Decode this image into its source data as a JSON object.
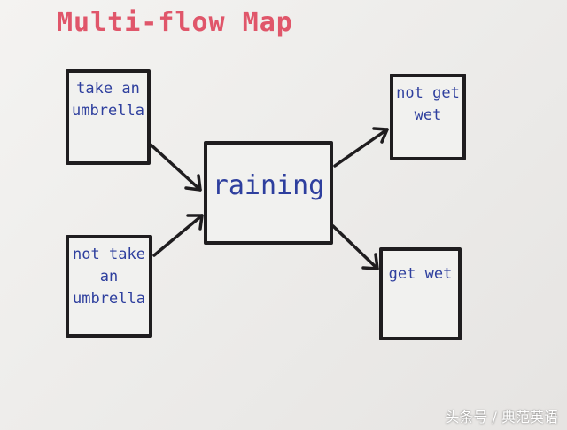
{
  "title": "Multi-flow Map",
  "boxes": {
    "take_umbrella": "take an\numbrella",
    "not_take_umbrella": "not take\nan\numbrella",
    "center": "raining",
    "not_get_wet": "not get\nwet",
    "get_wet": "get wet"
  },
  "watermark": "头条号 / 典范英语",
  "colors": {
    "title": "#e0566a",
    "box_text": "#2e3f9e",
    "ink": "#1f1d1f"
  }
}
